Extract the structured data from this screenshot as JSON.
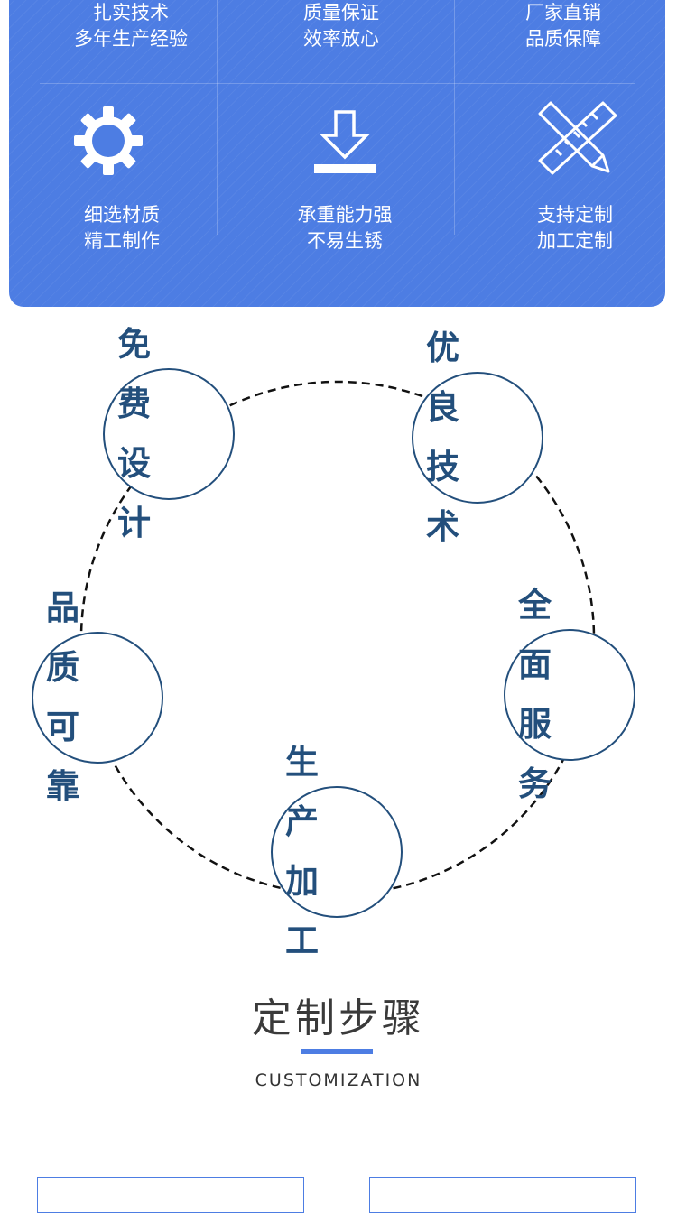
{
  "features": {
    "top_row": [
      {
        "line1": "扎实技术",
        "line2": "多年生产经验"
      },
      {
        "line1": "质量保证",
        "line2": "效率放心"
      },
      {
        "line1": "厂家直销",
        "line2": "品质保障"
      }
    ],
    "bottom_row": [
      {
        "icon": "gear-icon",
        "line1": "细选材质",
        "line2": "精工制作"
      },
      {
        "icon": "download-arrow-icon",
        "line1": "承重能力强",
        "line2": "不易生锈"
      },
      {
        "icon": "pencil-ruler-icon",
        "line1": "支持定制",
        "line2": "加工定制"
      }
    ],
    "panel_color": "#4d7de3"
  },
  "cycle": {
    "nodes": [
      {
        "line1": "免 费",
        "line2": "设 计"
      },
      {
        "line1": "优 良",
        "line2": "技 术"
      },
      {
        "line1": "全 面",
        "line2": "服 务"
      },
      {
        "line1": "生 产",
        "line2": "加 工"
      },
      {
        "line1": "品 质",
        "line2": "可 靠"
      }
    ],
    "node_color": "#234f7c"
  },
  "section": {
    "title": "定制步骤",
    "subtitle": "CUSTOMIZATION",
    "accent": "#4d7de3"
  }
}
